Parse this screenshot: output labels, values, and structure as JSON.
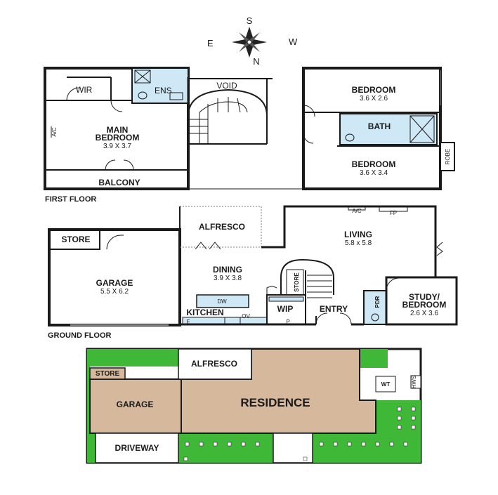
{
  "compass": {
    "s": "S",
    "w": "W",
    "n": "N",
    "e": "E"
  },
  "first_floor": {
    "label": "FIRST FLOOR",
    "wir": "WIR",
    "ens": "ENS",
    "void": "VOID",
    "main_bedroom": {
      "name1": "MAIN",
      "name2": "BEDROOM",
      "dims": "3.9 X 3.7"
    },
    "ac": "A/C",
    "balcony": "BALCONY",
    "bedroom1": {
      "name": "BEDROOM",
      "dims": "3.6 X 2.6"
    },
    "bath": "BATH",
    "bedroom2": {
      "name": "BEDROOM",
      "dims": "3.6 X 3.4"
    },
    "robe": "ROBE"
  },
  "ground_floor": {
    "label": "GROUND FLOOR",
    "store": "STORE",
    "garage": {
      "name": "GARAGE",
      "dims": "5.5 X 6.2"
    },
    "alfresco": "ALFRESCO",
    "living": {
      "name": "LIVING",
      "dims": "5.8 x 5.8"
    },
    "ac": "A/C",
    "fp": "FP",
    "dining": {
      "name": "DINING",
      "dims": "3.9 X 3.8"
    },
    "stair_store": "STORE",
    "kitchen": "KITCHEN",
    "dw": "DW",
    "ov": "OV",
    "f": "F",
    "p": "P",
    "wip": "WIP",
    "entry": "ENTRY",
    "pdr": "PDR",
    "study": {
      "name1": "STUDY/",
      "name2": "BEDROOM",
      "dims": "2.6 X 3.6"
    }
  },
  "site_plan": {
    "alfresco": "ALFRESCO",
    "store": "STORE",
    "garage": "GARAGE",
    "residence": "RESIDENCE",
    "driveway": "DRIVEWAY",
    "wt": "WT",
    "hws": "HWS"
  }
}
